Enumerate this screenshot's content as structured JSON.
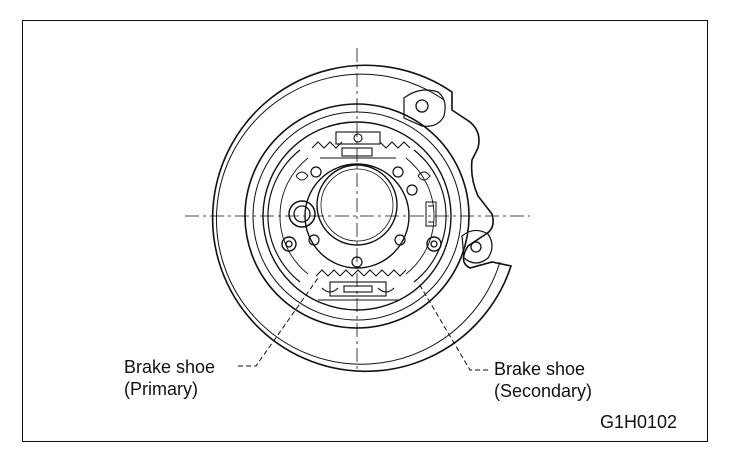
{
  "labels": {
    "primary_line1": "Brake shoe",
    "primary_line2": "(Primary)",
    "secondary_line1": "Brake shoe",
    "secondary_line2": "(Secondary)"
  },
  "figure_code": "G1H0102",
  "colors": {
    "ink": "#111111",
    "paper": "#ffffff"
  }
}
